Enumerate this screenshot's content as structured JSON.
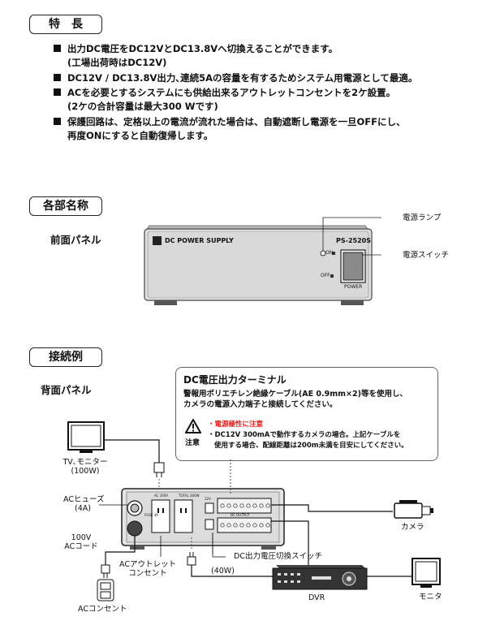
{
  "features": {
    "title": "特　長",
    "items": [
      {
        "line1": "出力DC電圧をDC12VとDC13.8Vへ切換えることができます。",
        "line2": "(工場出荷時はDC12V)"
      },
      {
        "line1": "DC12V / DC13.8V出力､連続5Aの容量を有するためシステム用電源として最適。",
        "line2": ""
      },
      {
        "line1": "ACを必要とするシステムにも供給出来るアウトレットコンセントを2ケ設置。",
        "line2": "(2ケの合計容量は最大300 Wです)"
      },
      {
        "line1": "保護回路は、定格以上の電流が流れた場合は、自動遮断し電源を一旦OFFにし、",
        "line2": "再度ONにすると自動復帰します。"
      }
    ]
  },
  "parts": {
    "title": "各部名称",
    "front_panel_label": "前面パネル",
    "device": {
      "brand_text": "DC POWER SUPPLY",
      "model": "PS-2520S",
      "on_text": "ON",
      "off_text": "OFF",
      "power_text": "POWER"
    },
    "callouts": {
      "lamp": "電源ランプ",
      "switch": "電源スイッチ"
    }
  },
  "connection": {
    "title": "接続例",
    "rear_panel_label": "背面パネル",
    "terminal_box": {
      "title": "DC電圧出力ターミナル",
      "desc_line1": "警報用ポリエチレン絶縁ケーブル(AE 0.9mm×2)等を使用し、",
      "desc_line2": "カメラの電源入力端子と接続してください。",
      "caution_label": "注意",
      "warn_red": "・電源極性に注意",
      "warn_line1": "・DC12V 300mAで動作するカメラの場合。上記ケーブルを",
      "warn_line2": "使用する場合、配線距離は200m未満を目安にしてください。"
    },
    "labels": {
      "tv_line1": "TV､モニター",
      "tv_line2": "(100W)",
      "fuse_line1": "ACヒューズ",
      "fuse_line2": "(4A)",
      "cord_line1": "100V",
      "cord_line2": "ACコード",
      "outlet_line1": "ACアウトレット",
      "outlet_line2": "コンセント",
      "dc_switch": "DC出力電圧切換スイッチ",
      "dvr_watt": "(40W)",
      "camera": "カメラ",
      "dvr": "DVR",
      "monitor": "モニタ",
      "ac_outlet": "ACコンセント"
    },
    "rear_small": {
      "ac100v": "AC 100V",
      "total": "TOTAL 300W",
      "v12": "12V",
      "dcout": "DC OUTPUT",
      "fuse": "FUSE 4A"
    }
  },
  "colors": {
    "warning_red": "#e0201e",
    "device_body": "#d6d6d6",
    "device_dark": "#333333"
  }
}
